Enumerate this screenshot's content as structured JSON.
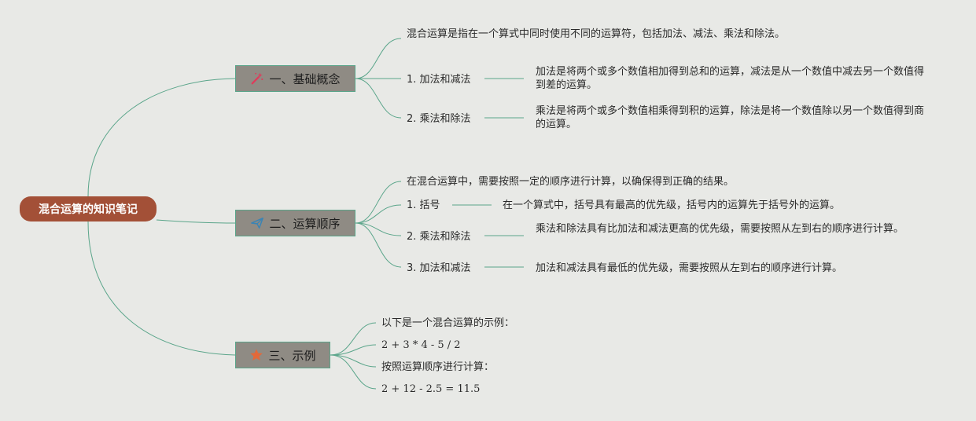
{
  "root": {
    "title": "混合运算的知识笔记"
  },
  "colors": {
    "background": "#e8e9e6",
    "root": "#a35037",
    "branch": "#8f8b84",
    "line": "#5aa58a"
  },
  "branches": [
    {
      "label": "一、基础概念",
      "icon": "magic-wand-icon",
      "intro": "混合运算是指在一个算式中同时使用不同的运算符，包括加法、减法、乘法和除法。",
      "items": [
        {
          "label": "1. 加法和减法",
          "desc": "加法是将两个或多个数值相加得到总和的运算，减法是从一个数值中减去另一个数值得到差的运算。"
        },
        {
          "label": "2. 乘法和除法",
          "desc": "乘法是将两个或多个数值相乘得到积的运算，除法是将一个数值除以另一个数值得到商的运算。"
        }
      ]
    },
    {
      "label": "二、运算顺序",
      "icon": "paper-plane-icon",
      "intro": "在混合运算中，需要按照一定的顺序进行计算，以确保得到正确的结果。",
      "items": [
        {
          "label": "1. 括号",
          "desc": "在一个算式中，括号具有最高的优先级，括号内的运算先于括号外的运算。"
        },
        {
          "label": "2. 乘法和除法",
          "desc": "乘法和除法具有比加法和减法更高的优先级，需要按照从左到右的顺序进行计算。"
        },
        {
          "label": "3. 加法和减法",
          "desc": "加法和减法具有最低的优先级，需要按照从左到右的顺序进行计算。"
        }
      ]
    },
    {
      "label": "三、示例",
      "icon": "star-icon",
      "lines": [
        "以下是一个混合运算的示例：",
        "2 + 3 * 4 - 5 / 2",
        "按照运算顺序进行计算：",
        "2 + 12 - 2.5 = 11.5"
      ]
    }
  ]
}
